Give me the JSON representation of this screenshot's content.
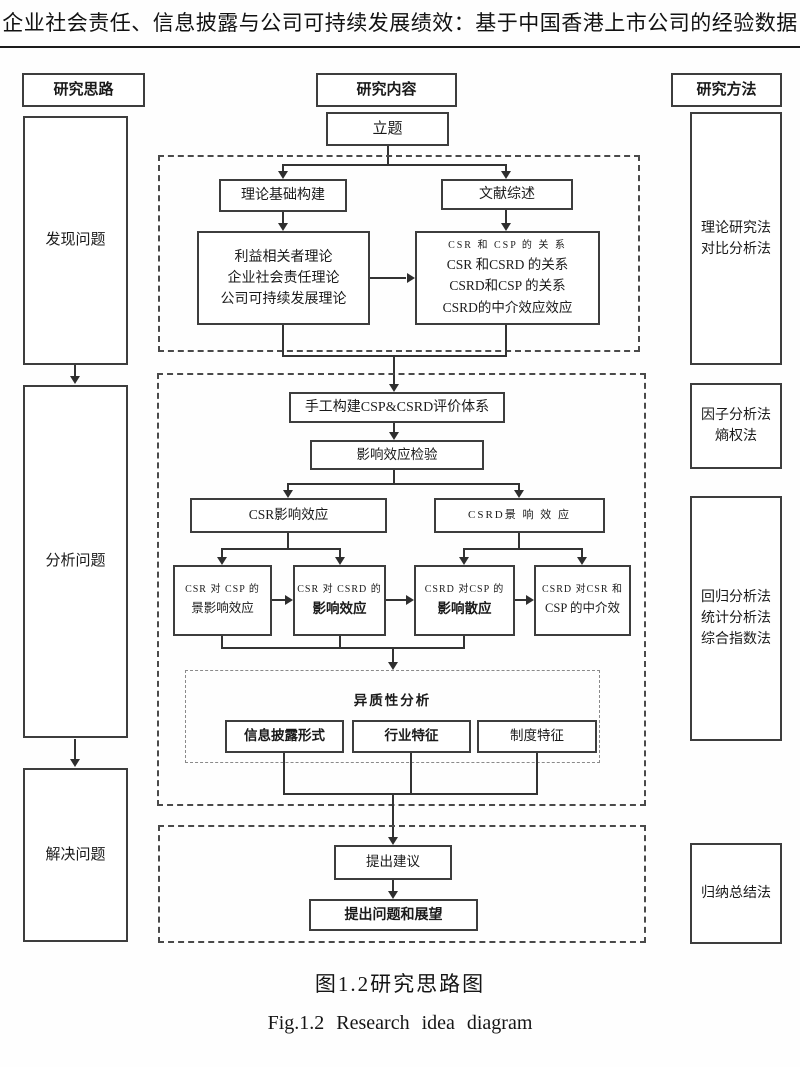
{
  "title": "企业社会责任、信息披露与公司可持续发展绩效：基于中国香港上市公司的经验数据",
  "captions": {
    "zh": "图1.2研究思路图",
    "en": "Fig.1.2 Research idea diagram"
  },
  "left": {
    "header": "研究思路",
    "find": "发现问题",
    "analyze": "分析问题",
    "solve": "解决问题"
  },
  "center": {
    "header": "研究内容",
    "topic": "立题",
    "theory_build": "理论基础构建",
    "literature": "文献综述",
    "theories": [
      "利益相关者理论",
      "企业社会责任理论",
      "公司可持续发展理论"
    ],
    "relations": [
      "CSR 和 CSP  的 关 系",
      "CSR 和CSRD  的关系",
      "CSRD和CSP 的关系",
      "CSRD的中介效应效应"
    ],
    "build_system": "手工构建CSP&CSRD评价体系",
    "effect_test": "影响效应检验",
    "csr_effect": "CSR影响效应",
    "csrd_effect": "CSRD景 响 效 应",
    "effects": [
      {
        "l1": "CSR 对 CSP  的",
        "l2": "景影响效应"
      },
      {
        "l1": "CSR 对 CSRD 的",
        "l2": "影响效应"
      },
      {
        "l1": "CSRD 对CSP 的",
        "l2": "影响散应"
      },
      {
        "l1": "CSRD 对CSR 和",
        "l2": "CSP 的中介效"
      }
    ],
    "heterogeneity": {
      "title": "异质性分析",
      "items": [
        "信息披露形式",
        "行业特征",
        "制度特征"
      ]
    },
    "suggest": "提出建议",
    "outlook": "提出问题和展望"
  },
  "right": {
    "header": "研究方法",
    "methods": [
      {
        "lines": [
          "理论研究法",
          "对比分析法"
        ]
      },
      {
        "lines": [
          "因子分析法",
          "熵权法"
        ]
      },
      {
        "lines": [
          "回归分析法",
          "统计分析法",
          "综合指数法"
        ]
      },
      {
        "lines": [
          "归纳总结法"
        ]
      }
    ]
  }
}
